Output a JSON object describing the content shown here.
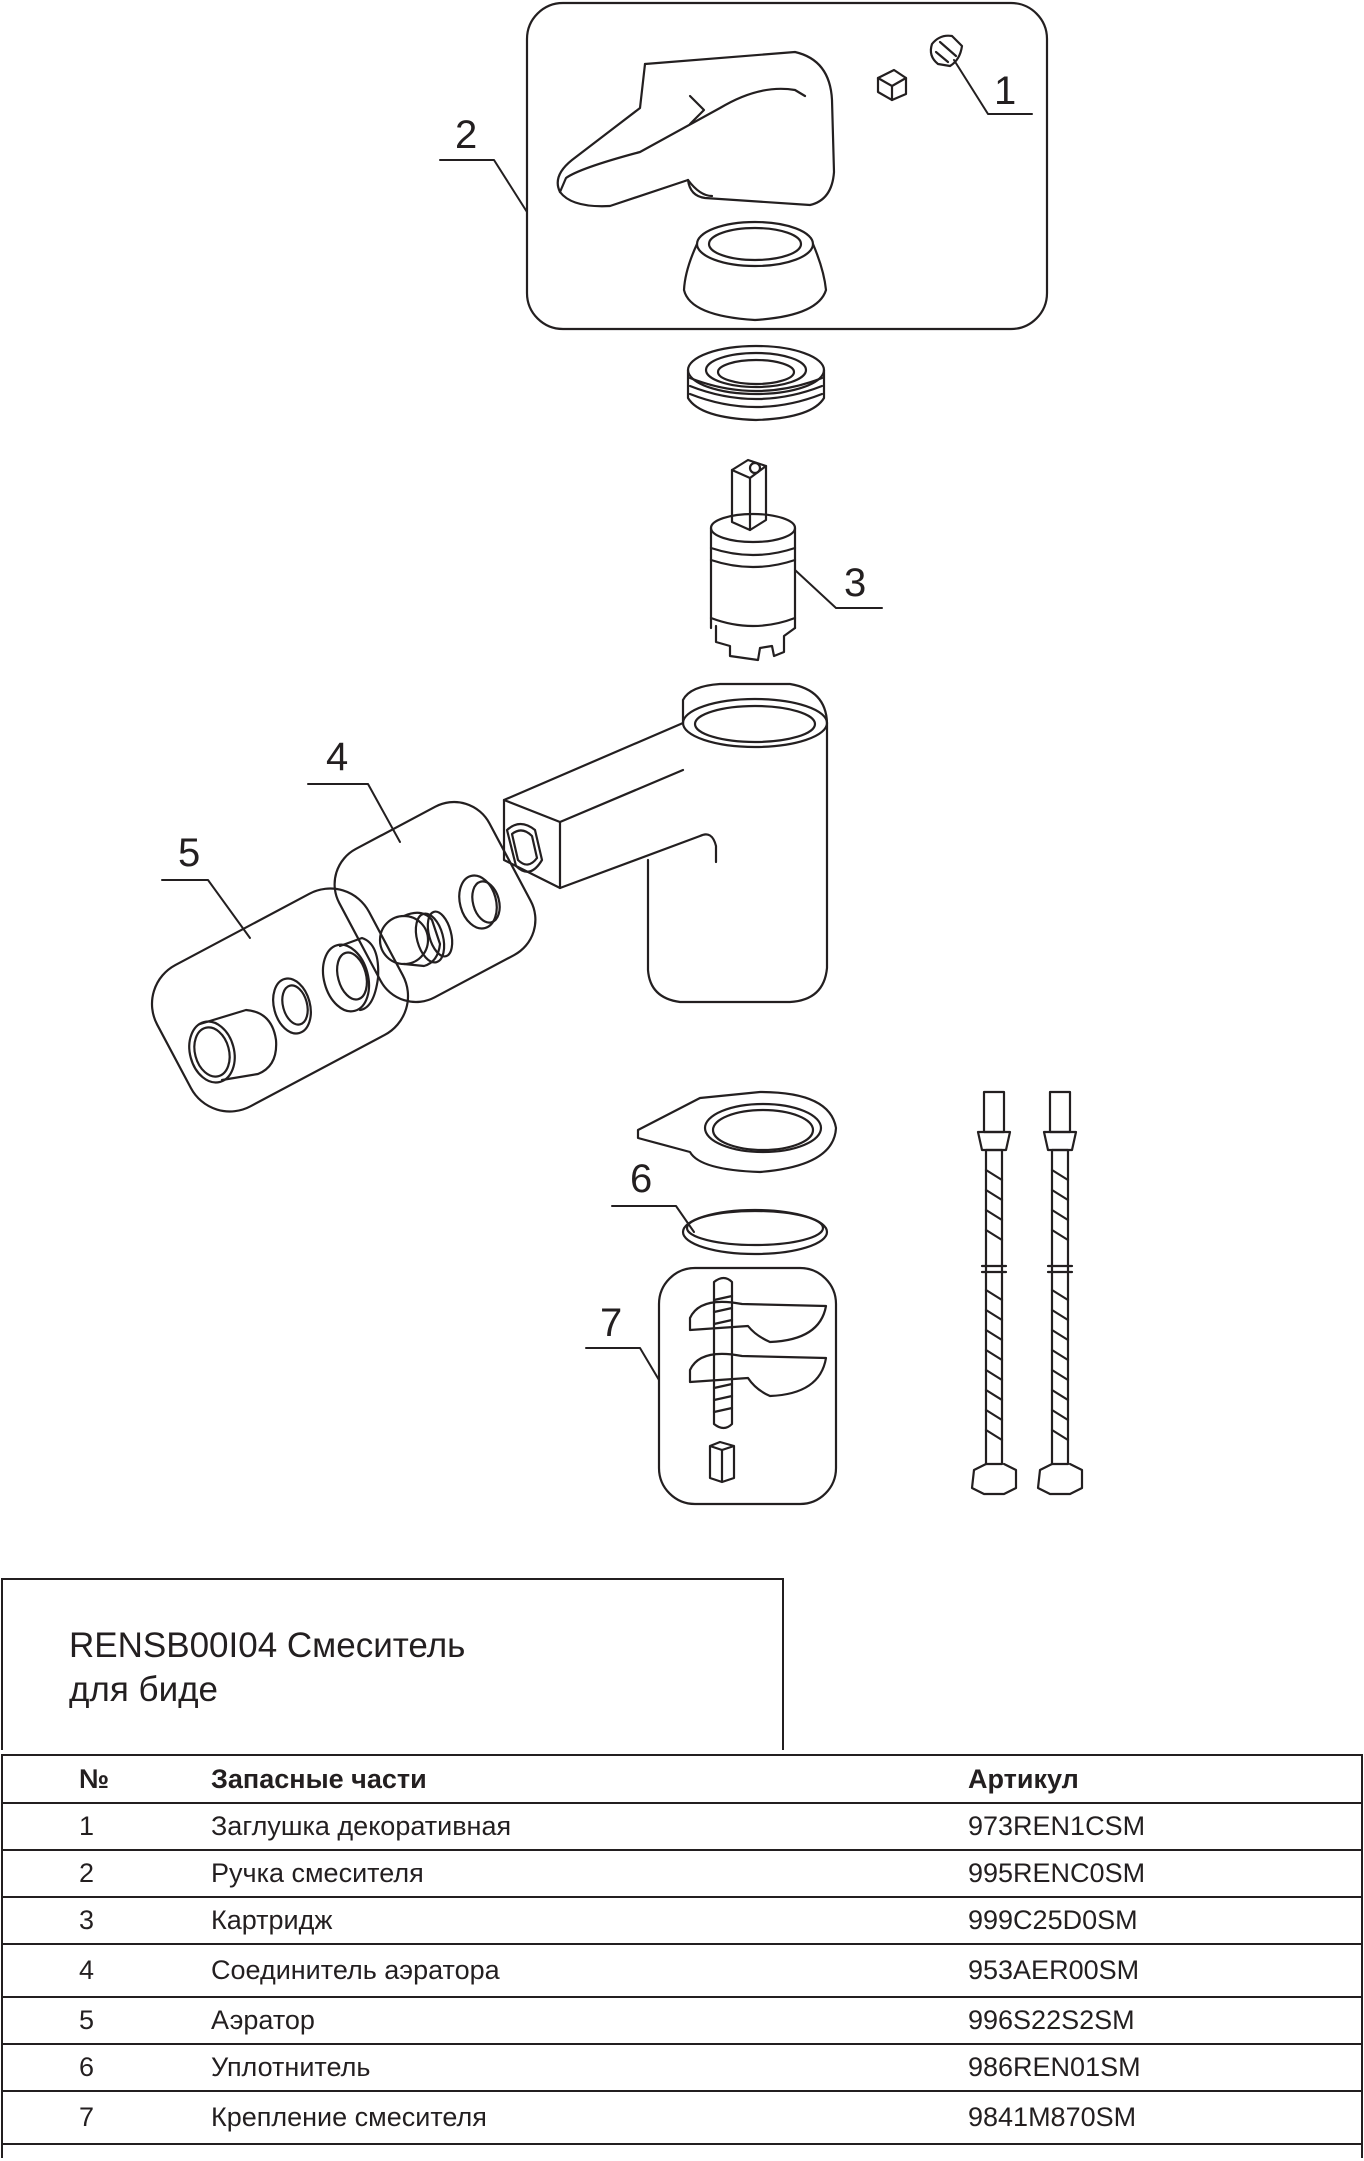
{
  "callouts": [
    "1",
    "2",
    "3",
    "4",
    "5",
    "6",
    "7"
  ],
  "title": "RENSB00I04 Смеситель\nдля биде",
  "table": {
    "headers": {
      "num": "№",
      "name": "Запасные части",
      "article": "Артикул"
    },
    "rows": [
      {
        "num": "1",
        "name": "Заглушка декоративная",
        "article": "973REN1CSM"
      },
      {
        "num": "2",
        "name": "Ручка смесителя",
        "article": "995RENC0SM"
      },
      {
        "num": "3",
        "name": "Картридж",
        "article": "999C25D0SM"
      },
      {
        "num": "4",
        "name": "Соединитель аэратора",
        "article": "953AER00SM"
      },
      {
        "num": "5",
        "name": "Аэратор",
        "article": "996S22S2SM"
      },
      {
        "num": "6",
        "name": "Уплотнитель",
        "article": "986REN01SM"
      },
      {
        "num": "7",
        "name": "Крепление смесителя",
        "article": "9841M870SM"
      }
    ]
  }
}
